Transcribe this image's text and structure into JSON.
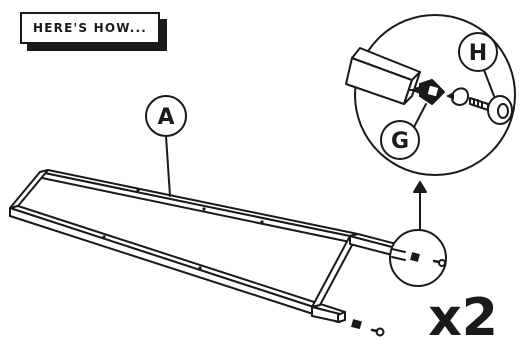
{
  "header_badge": {
    "text": "HERE'S HOW..."
  },
  "labels": {
    "frame": "A",
    "insert": "G",
    "glide": "H"
  },
  "quantity": "x2",
  "colors": {
    "ink": "#1a1a1a",
    "paper": "#ffffff"
  }
}
